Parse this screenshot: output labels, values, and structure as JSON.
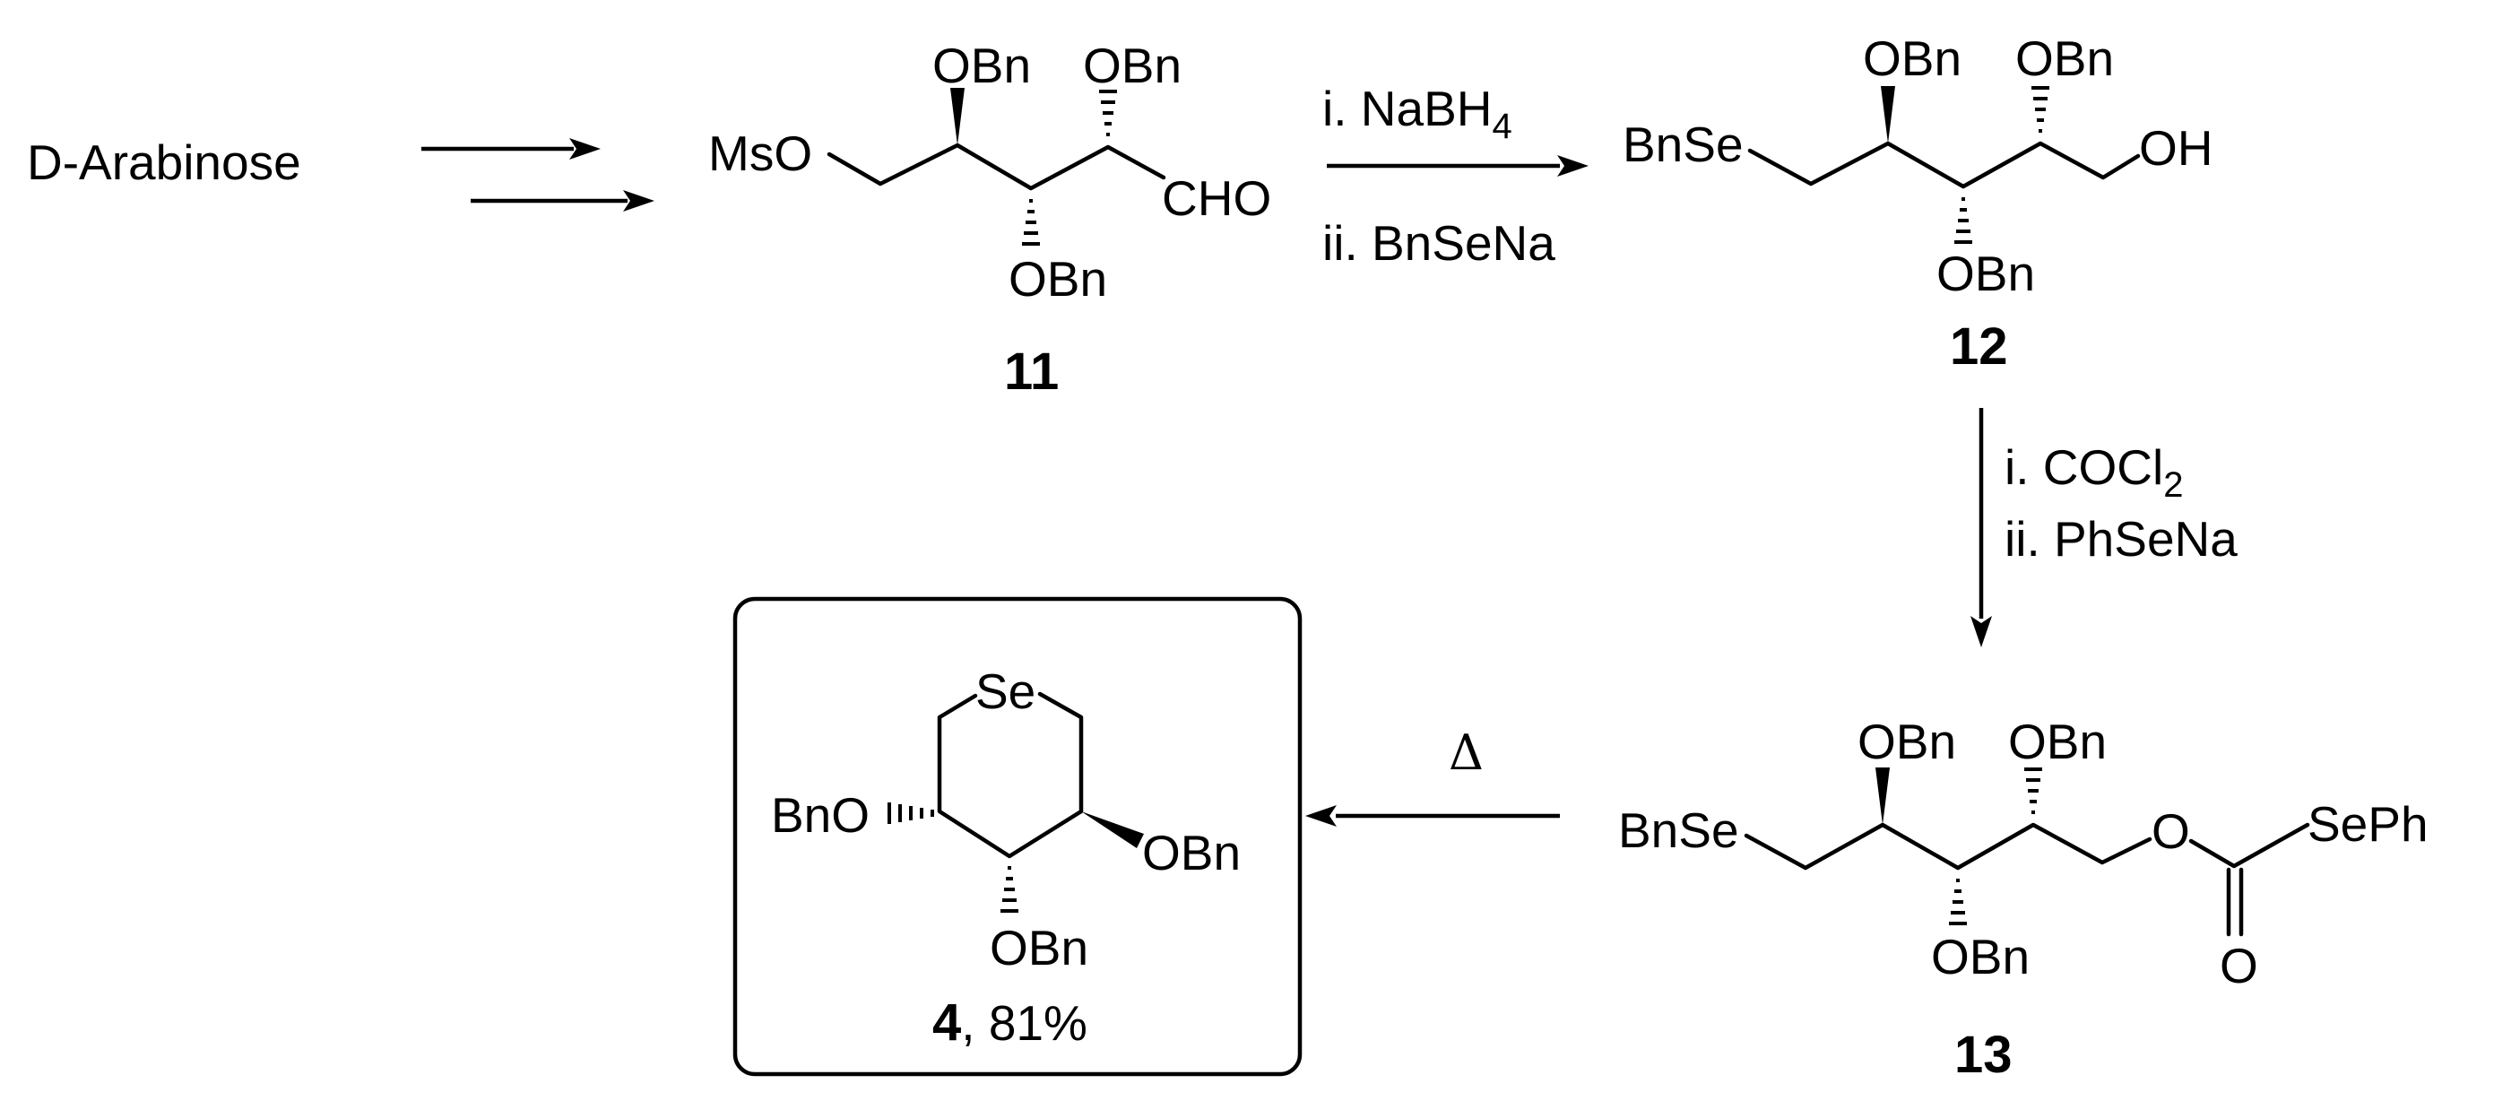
{
  "starting_material": "D-Arabinose",
  "compounds": {
    "c11": {
      "number": "11",
      "labels": {
        "mso": "MsO",
        "obn_top1": "OBn",
        "obn_top2": "OBn",
        "obn_bottom": "OBn",
        "cho": "CHO"
      }
    },
    "c12": {
      "number": "12",
      "labels": {
        "bnse": "BnSe",
        "obn_top1": "OBn",
        "obn_top2": "OBn",
        "obn_bottom": "OBn",
        "oh": "OH"
      }
    },
    "c13": {
      "number": "13",
      "labels": {
        "bnse": "BnSe",
        "obn_top1": "OBn",
        "obn_top2": "OBn",
        "obn_bottom": "OBn",
        "o_ester": "O",
        "seph": "SePh",
        "o_carbonyl": "O"
      }
    },
    "c4": {
      "number": "4",
      "yield": ", 81%",
      "labels": {
        "se": "Se",
        "bno_left": "BnO",
        "obn_right": "OBn",
        "obn_bottom": "OBn"
      }
    }
  },
  "steps": {
    "step1": {
      "reagent1_prefix": "i. NaBH",
      "reagent1_sub": "4",
      "reagent2": "ii. BnSeNa"
    },
    "step2": {
      "reagent1_prefix": "i. COCl",
      "reagent1_sub": "2",
      "reagent2": "ii. PhSeNa"
    },
    "step3": {
      "condition": "Δ"
    }
  }
}
